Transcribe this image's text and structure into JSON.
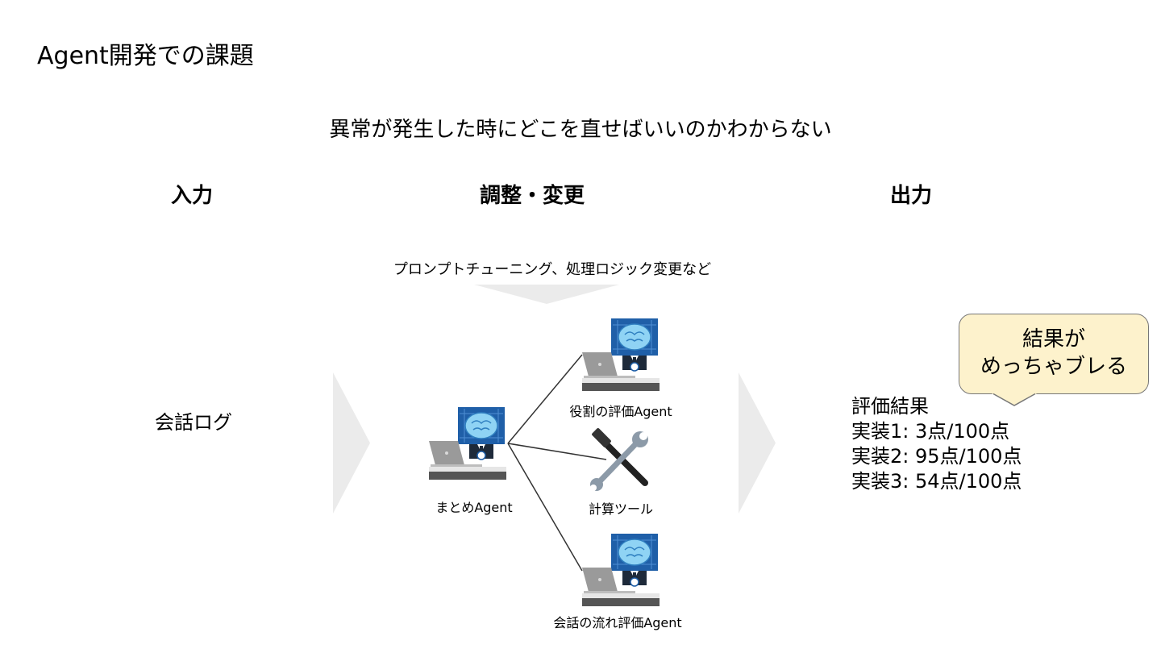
{
  "slide": {
    "title": "Agent開発での課題",
    "subtitle": "異常が発生した時にどこを直せばいいのかわからない"
  },
  "columns": {
    "input": "入力",
    "adjust": "調整・変更",
    "output": "出力"
  },
  "tuning_note": "プロンプトチューニング、処理ロジック変更など",
  "input_item": "会話ログ",
  "agents": {
    "summary": "まとめAgent",
    "role_eval": "役割の評価Agent",
    "calc_tool": "計算ツール",
    "flow_eval": "会話の流れ評価Agent"
  },
  "output": {
    "heading": "評価結果",
    "rows": [
      "実装1: 3点/100点",
      "実装2: 95点/100点",
      "実装3: 54点/100点"
    ]
  },
  "callout": {
    "line1": "結果が",
    "line2": "めっちゃブレる"
  },
  "icons": [
    "ai-robot-icon",
    "laptop-icon",
    "wrench-hammer-icon"
  ],
  "colors": {
    "callout_fill": "#fdf2cc",
    "chevron": "#ebebeb",
    "robot_blue": "#1f5fa8",
    "brain_blue": "#8fd3f4"
  }
}
